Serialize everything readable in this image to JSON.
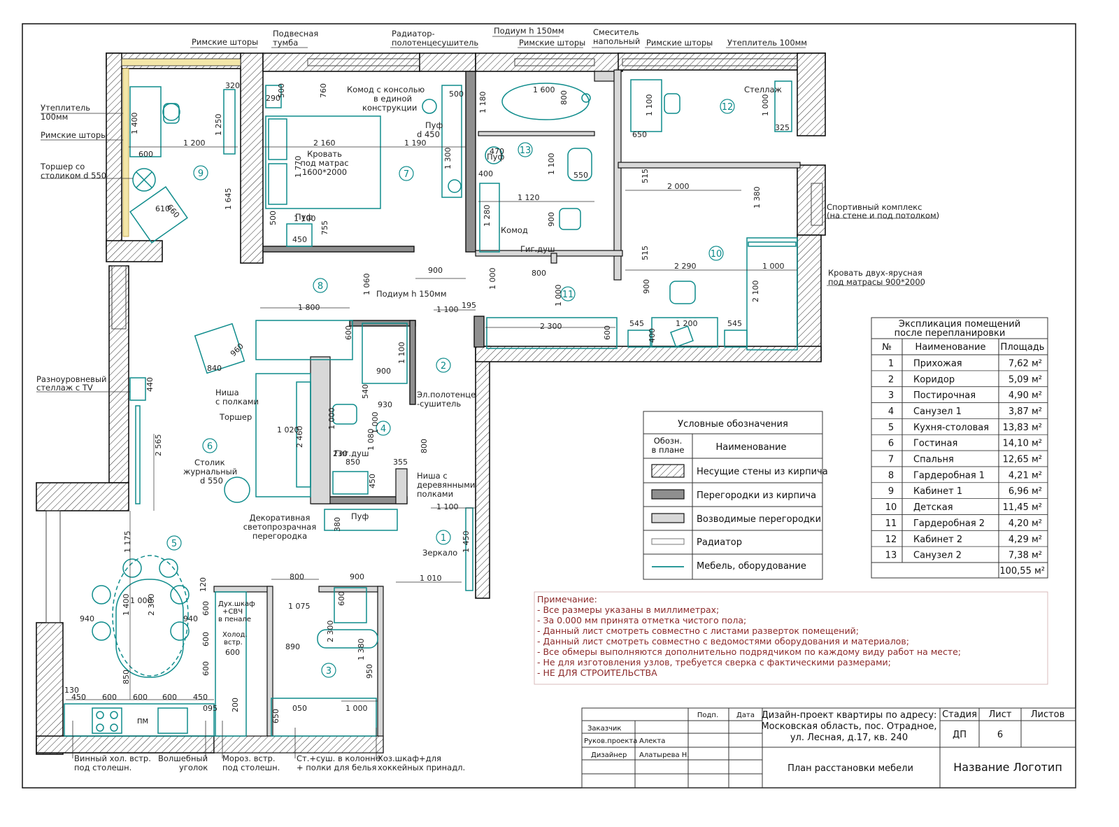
{
  "title_block": {
    "col_podp": "Подп.",
    "col_data": "Дата",
    "role_customer": "Заказчик",
    "role_lead": "Руков.проекта",
    "lead_name": "Алекта",
    "role_designer": "Дизайнер",
    "designer_name": "Алатырева Н.",
    "project_line1": "Дизайн-проект квартиры по адресу:",
    "project_line2": "Московская область, пос. Отрадное,",
    "project_line3": "ул. Лесная, д.17, кв. 240",
    "stage_h": "Стадия",
    "sheet_h": "Лист",
    "sheets_h": "Листов",
    "stage": "ДП",
    "sheet": "6",
    "sheet_title": "План расстановки мебели",
    "logo": "Название Логотип"
  },
  "legend": {
    "title": "Условные обозначения",
    "col1a": "Обозн.",
    "col1b": "в плане",
    "col2": "Наименование",
    "items": [
      {
        "name": "Несущие стены из кирпича"
      },
      {
        "name": "Перегородки  из кирпича"
      },
      {
        "name": "Возводимые перегородки"
      },
      {
        "name": "Радиатор"
      },
      {
        "name": "Мебель, оборудование"
      }
    ]
  },
  "explication": {
    "title1": "Экспликация помещений",
    "title2": "после перепланировки",
    "h_no": "№",
    "h_name": "Наименование",
    "h_area": "Площадь",
    "rows": [
      {
        "no": "1",
        "name": "Прихожая",
        "area": "7,62 м²"
      },
      {
        "no": "2",
        "name": "Коридор",
        "area": "5,09 м²"
      },
      {
        "no": "3",
        "name": "Постирочная",
        "area": "4,90 м²"
      },
      {
        "no": "4",
        "name": "Санузел 1",
        "area": "3,87 м²"
      },
      {
        "no": "5",
        "name": "Кухня-столовая",
        "area": "13,83 м²"
      },
      {
        "no": "6",
        "name": "Гостиная",
        "area": "14,10 м²"
      },
      {
        "no": "7",
        "name": "Спальня",
        "area": "12,65 м²"
      },
      {
        "no": "8",
        "name": "Гардеробная 1",
        "area": "4,21 м²"
      },
      {
        "no": "9",
        "name": "Кабинет 1",
        "area": "6,96 м²"
      },
      {
        "no": "10",
        "name": "Детская",
        "area": "11,45 м²"
      },
      {
        "no": "11",
        "name": "Гардеробная 2",
        "area": "4,20 м²"
      },
      {
        "no": "12",
        "name": "Кабинет 2",
        "area": "4,29 м²"
      },
      {
        "no": "13",
        "name": "Санузел 2",
        "area": "7,38 м²"
      }
    ],
    "total": "100,55 м²"
  },
  "notes": {
    "title": "Примечание:",
    "lines": [
      "- Все размеры указаны в миллиметрах;",
      "- За 0.000 мм принята отметка чистого пола;",
      "- Данный лист смотреть совместно с листами разверток помещений;",
      "- Данный лист смотреть совместно с ведомостями оборудования и материалов;",
      "- Все обмеры выполняются дополнительно подрядчиком по каждому виду работ на месте;",
      "- Не для изготовления узлов, требуется сверка с фактическими размерами;",
      "- НЕ ДЛЯ СТРОИТЕЛЬСТВА"
    ]
  },
  "rooms": [
    "1",
    "2",
    "3",
    "4",
    "5",
    "6",
    "7",
    "8",
    "9",
    "10",
    "11",
    "12",
    "13"
  ],
  "callouts": {
    "roman_blinds": "Римские шторы",
    "hanging_a": "Подвесная",
    "hanging_b": "тумба",
    "radiator_a": "Радиатор-",
    "radiator_b": "полотенцесушитель",
    "podium_top": "Подиум h 150мм",
    "mixer_a": "Смеситель",
    "mixer_b": "напольный",
    "insul_top": "Утеплитель 100мм",
    "insul_left_a": "Утеплитель",
    "insul_left_b": "100мм",
    "floorlamp_a": "Торшер со",
    "floorlamp_b": "столиком d 550",
    "dresser_a": "Комод с консолью",
    "dresser_b": "в единой",
    "dresser_c": "конструкции",
    "bed_a": "Кровать",
    "bed_b": "под матрас",
    "bed_c": "1600*2000",
    "pouf": "Пуф",
    "pouf_d": "d 450",
    "rack": "Стеллаж",
    "sport_a": "Спортивный комплекс",
    "sport_b": "(на стене и под потолком)",
    "bunk_a": "Кровать двух-ярусная",
    "bunk_b": "под матрасы 900*2000",
    "komod": "Комод",
    "hyg_shower": "Гиг.душ",
    "podium_mid": "Подиум h 150мм",
    "tv_a": "Разноуровневый",
    "tv_b": "стеллаж с TV",
    "niche_a": "Ниша",
    "niche_b": "с полками",
    "torsher": "Торшер",
    "table_a": "Столик",
    "table_b": "журнальный",
    "table_c": "d 550",
    "towel_a": "Эл.полотенце",
    "towel_b": "-сушитель",
    "wniche_a": "Ниша с",
    "wniche_b": "деревянными",
    "wniche_c": "полками",
    "partition_a": "Декоративная",
    "partition_b": "светопрозрачная",
    "partition_c": "перегородка",
    "mirror": "Зеркало",
    "wine_a": "Винный хол. встр.",
    "wine_b": "под столешн.",
    "magic_a": "Волшебный",
    "magic_b": "уголок",
    "freezer_a": "Мороз. встр.",
    "freezer_b": "под столешн.",
    "washer_a": "Ст.+суш. в колонне",
    "washer_b": "+ полки для белья",
    "hockey_a": "Хоз.шкаф+для",
    "hockey_b": "хоккейных принадл.",
    "oven_a": "Дух.шкаф",
    "oven_b": "+СВЧ",
    "oven_c": "в пенале",
    "fridge_a": "Холод.",
    "fridge_b": "встр.",
    "pm": "ПМ"
  },
  "dims": [
    "320",
    "290",
    "500",
    "760",
    "1 600",
    "800",
    "500",
    "1 180",
    "1 100",
    "1 000",
    "325",
    "650",
    "1 400",
    "1 250",
    "1 200",
    "2 160",
    "1 190",
    "1 770",
    "1 300",
    "600",
    "400",
    "1 100",
    "550",
    "515",
    "2 000",
    "1 380",
    "1 645",
    "755",
    "450",
    "1 120",
    "1 280",
    "900",
    "2 290",
    "1 000",
    "2 100",
    "1 060",
    "1 800",
    "1 100",
    "195",
    "2 300",
    "545",
    "1 200",
    "960",
    "840",
    "440",
    "1 020",
    "2 460",
    "930",
    "540",
    "230",
    "850",
    "355",
    "1 080",
    "2 565",
    "380",
    "1 450",
    "1 175",
    "1 010",
    "1 075",
    "890",
    "950",
    "940",
    "130",
    "050",
    "095",
    "610",
    "660",
    "470",
    "120",
    "200",
    "650"
  ],
  "colors": {
    "teal": "#0f8c8c",
    "wall": "#222222",
    "note": "#8c2a2a"
  }
}
